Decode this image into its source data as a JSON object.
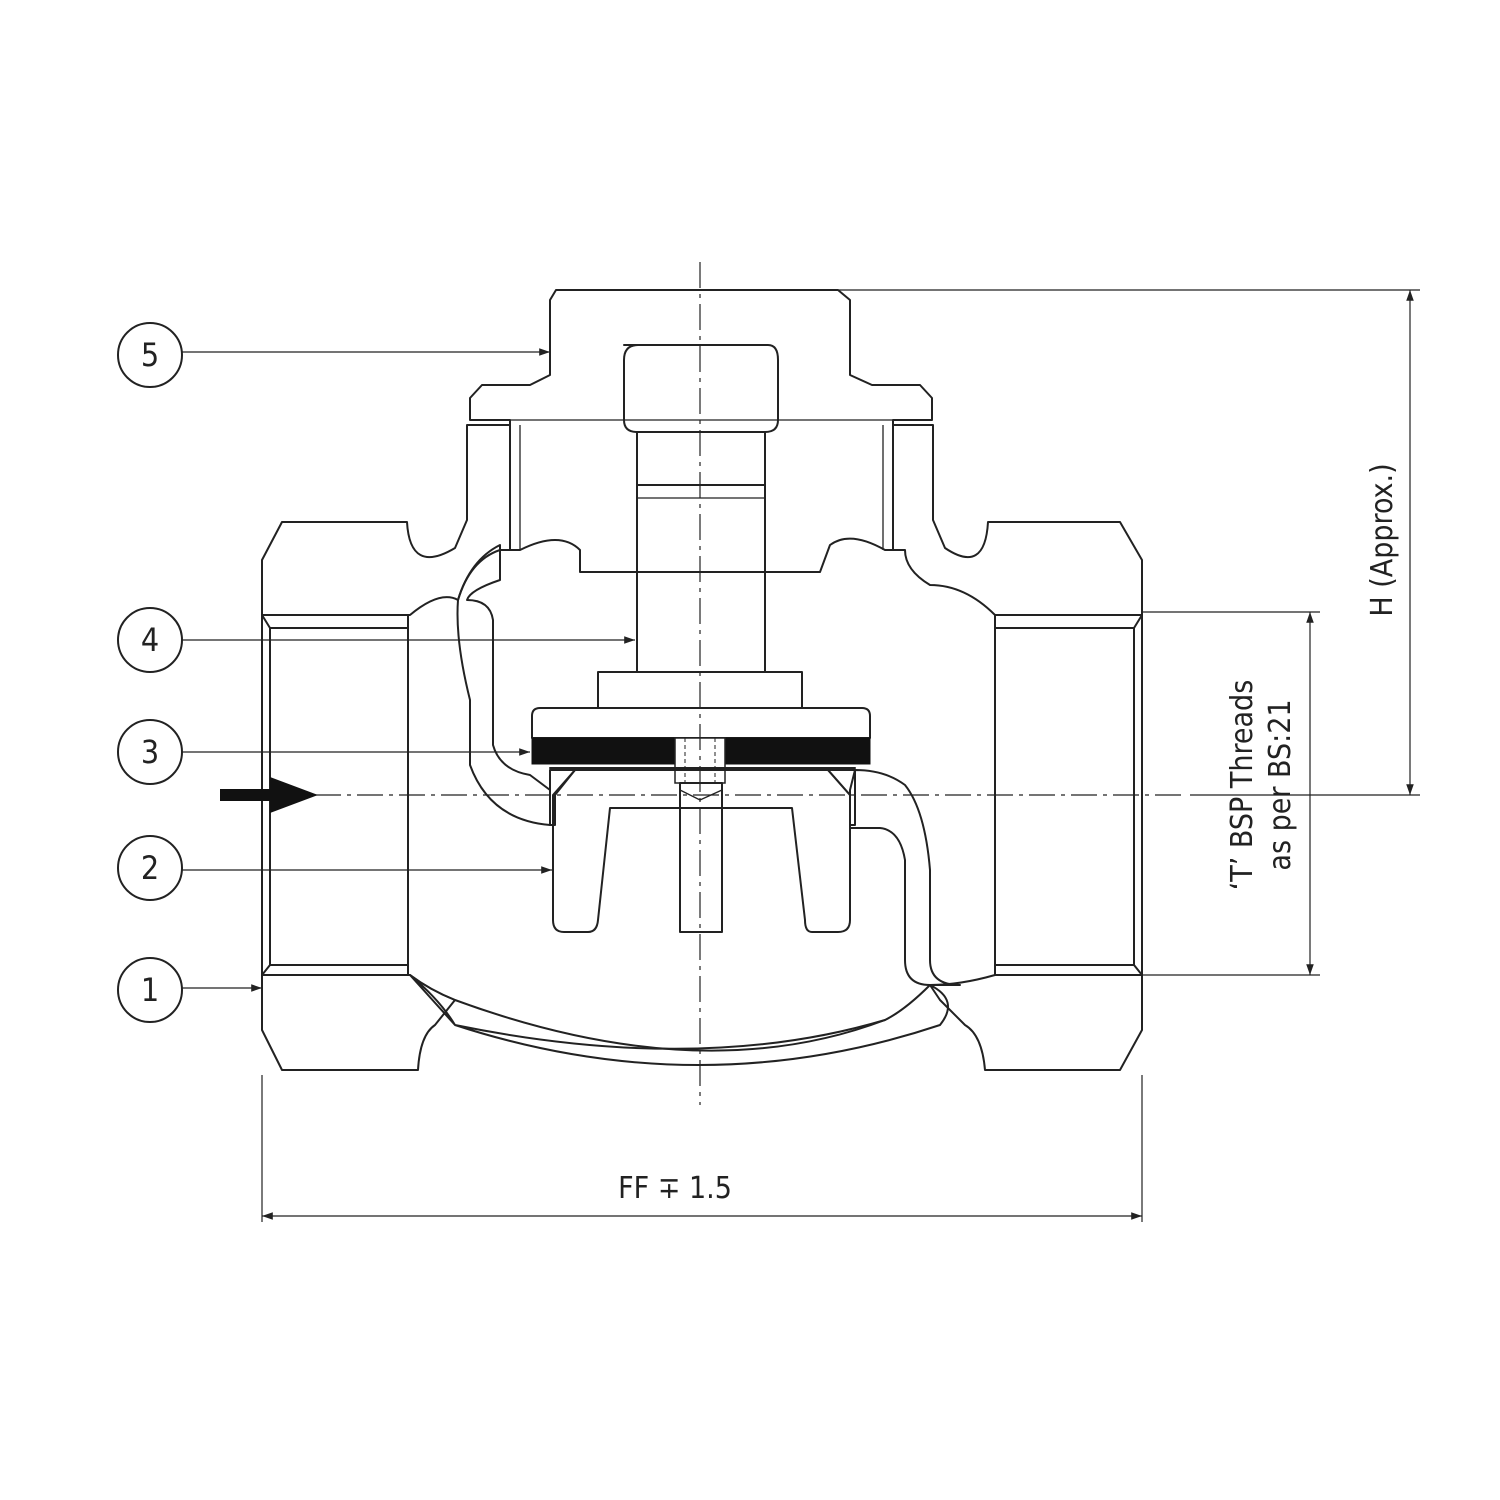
{
  "balloons": [
    {
      "number": "1"
    },
    {
      "number": "2"
    },
    {
      "number": "3"
    },
    {
      "number": "4"
    },
    {
      "number": "5"
    }
  ],
  "dimensions": {
    "face_to_face": "FF ∓ 1.5",
    "height": "H (Approx.)",
    "thread_line1": "‘T’ BSP Threads",
    "thread_line2": "as per BS:21"
  },
  "colors": {
    "line": "#222222",
    "background": "#ffffff"
  }
}
